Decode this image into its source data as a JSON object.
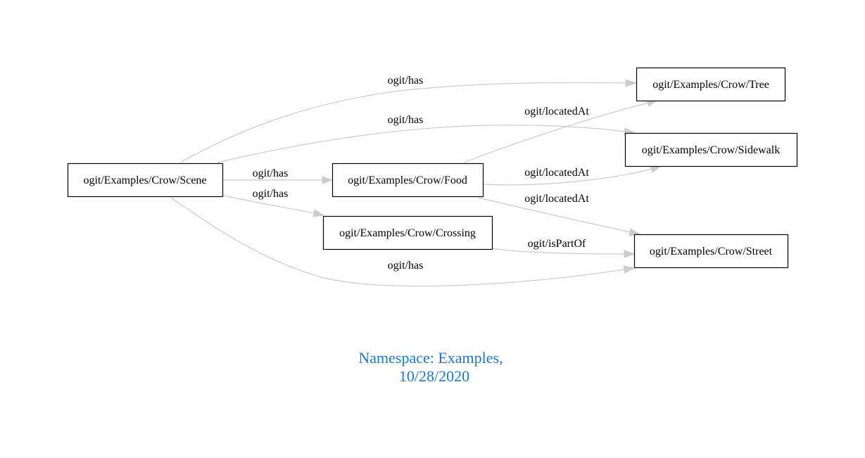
{
  "colors": {
    "edge": "#cccccc",
    "node_border": "#000000",
    "caption": "#1f78c8"
  },
  "nodes": {
    "scene": "ogit/Examples/Crow/Scene",
    "food": "ogit/Examples/Crow/Food",
    "crossing": "ogit/Examples/Crow/Crossing",
    "tree": "ogit/Examples/Crow/Tree",
    "sidewalk": "ogit/Examples/Crow/Sidewalk",
    "street": "ogit/Examples/Crow/Street"
  },
  "edges": [
    {
      "from": "scene",
      "to": "tree",
      "label": "ogit/has"
    },
    {
      "from": "scene",
      "to": "sidewalk",
      "label": "ogit/has"
    },
    {
      "from": "scene",
      "to": "food",
      "label": "ogit/has"
    },
    {
      "from": "scene",
      "to": "crossing",
      "label": "ogit/has"
    },
    {
      "from": "scene",
      "to": "street",
      "label": "ogit/has"
    },
    {
      "from": "food",
      "to": "tree",
      "label": "ogit/locatedAt"
    },
    {
      "from": "food",
      "to": "sidewalk",
      "label": "ogit/locatedAt"
    },
    {
      "from": "food",
      "to": "street",
      "label": "ogit/locatedAt"
    },
    {
      "from": "crossing",
      "to": "street",
      "label": "ogit/isPartOf"
    }
  ],
  "caption": {
    "line1": "Namespace: Examples,",
    "line2": "10/28/2020"
  }
}
